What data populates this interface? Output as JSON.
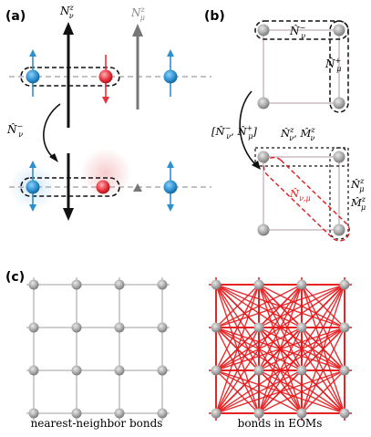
{
  "panels": {
    "a": {
      "label": "(a)"
    },
    "b": {
      "label": "(b)"
    },
    "c": {
      "label": "(c)"
    }
  },
  "a": {
    "n_nu_z": "N",
    "n_nu_z_sup": "z",
    "n_nu_z_sub": "ν",
    "n_mu_z": "N",
    "n_mu_z_sup": "z",
    "n_mu_z_sub": "μ",
    "op": "N̂",
    "op_sup": "−",
    "op_sub": "ν"
  },
  "b": {
    "top_op": "N̂",
    "top_op_sup": "−",
    "top_op_sub": "ν",
    "right_op": "N̂",
    "right_op_sup": "+",
    "right_op_sub": "μ",
    "commutator": "[N̂",
    "commutator_sup1": "−",
    "commutator_sub1": "ν",
    "commutator_mid": ", N̂",
    "commutator_sup2": "+",
    "commutator_sub2": "μ",
    "commutator_end": "]",
    "top_left_a": "N̂",
    "top_left_a_sup": "z",
    "top_left_a_sub": "ν",
    "top_left_b": "M̂",
    "top_left_b_sup": "z",
    "top_left_b_sub": "ν",
    "right_a": "N̂",
    "right_a_sup": "z",
    "right_a_sub": "μ",
    "right_b": "M̂",
    "right_b_sup": "z",
    "right_b_sub": "μ",
    "diag": "N̂",
    "diag_sub": "ν,μ"
  },
  "c": {
    "left_caption": "nearest-neighbor bonds",
    "right_caption": "bonds in EOMs"
  },
  "colors": {
    "blue_spin": "#2b8fd0",
    "red_spin": "#e8303a",
    "gray_node": "#9e9e9e",
    "bond_gray": "#c8c8c8",
    "bond_red": "#e41a1c",
    "dashed": "#222222"
  }
}
